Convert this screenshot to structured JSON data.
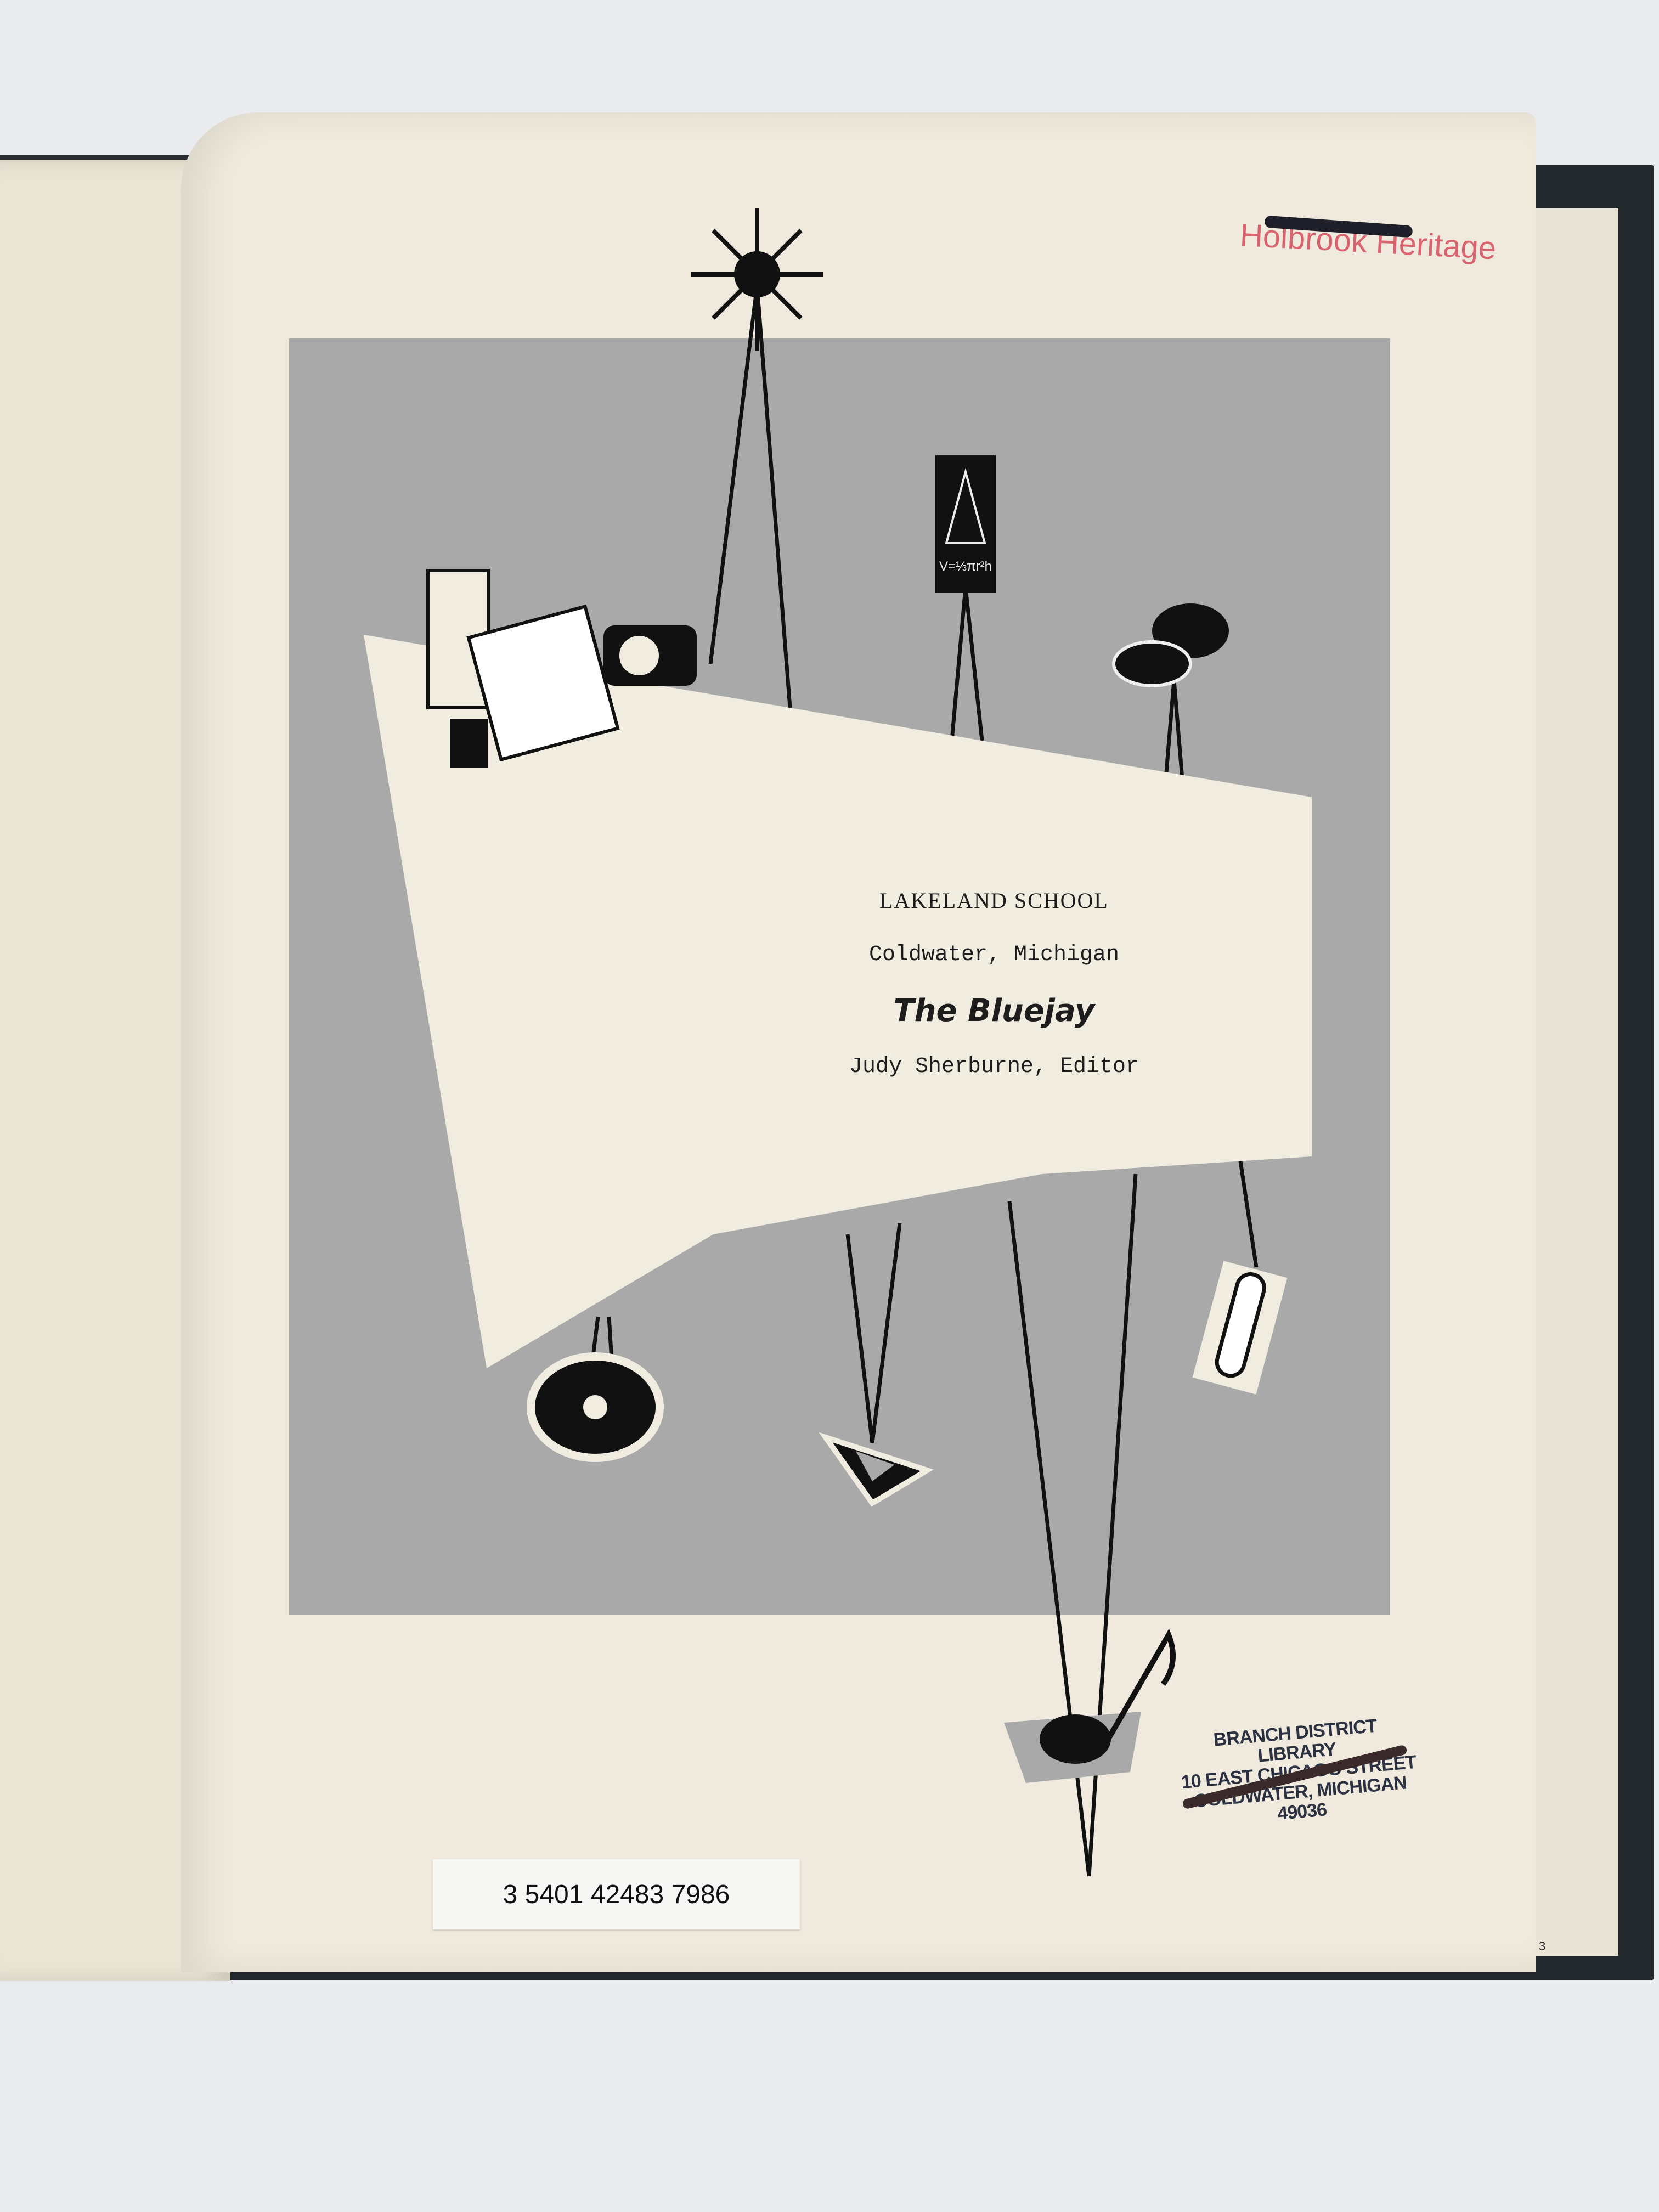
{
  "title_page": {
    "school": "LAKELAND SCHOOL",
    "city": "Coldwater, Michigan",
    "title": "The Bluejay",
    "editor": "Judy Sherburne, Editor"
  },
  "stamps": {
    "holbrook": "Holbrook Heritage",
    "library_lines": [
      "BRANCH DISTRICT LIBRARY",
      "10 EAST CHICAGO STREET",
      "COLDWATER, MICHIGAN 49036"
    ]
  },
  "barcode_label": "3 5401 42483 7986",
  "page_number": "3",
  "illustration": {
    "formula": "V=⅓πr²h",
    "icons": [
      "star-icon",
      "desk-icon",
      "telephone-icon",
      "cone-chart-icon",
      "football-icon",
      "record-icon",
      "triangle-ruler-icon",
      "test-tube-icon",
      "music-note-icon"
    ]
  },
  "colors": {
    "paper": "#efeadd",
    "panel": "#a9a9a9",
    "holbrook_ink": "#d9636f",
    "library_ink": "#2b3140",
    "cover": "#23282c"
  }
}
